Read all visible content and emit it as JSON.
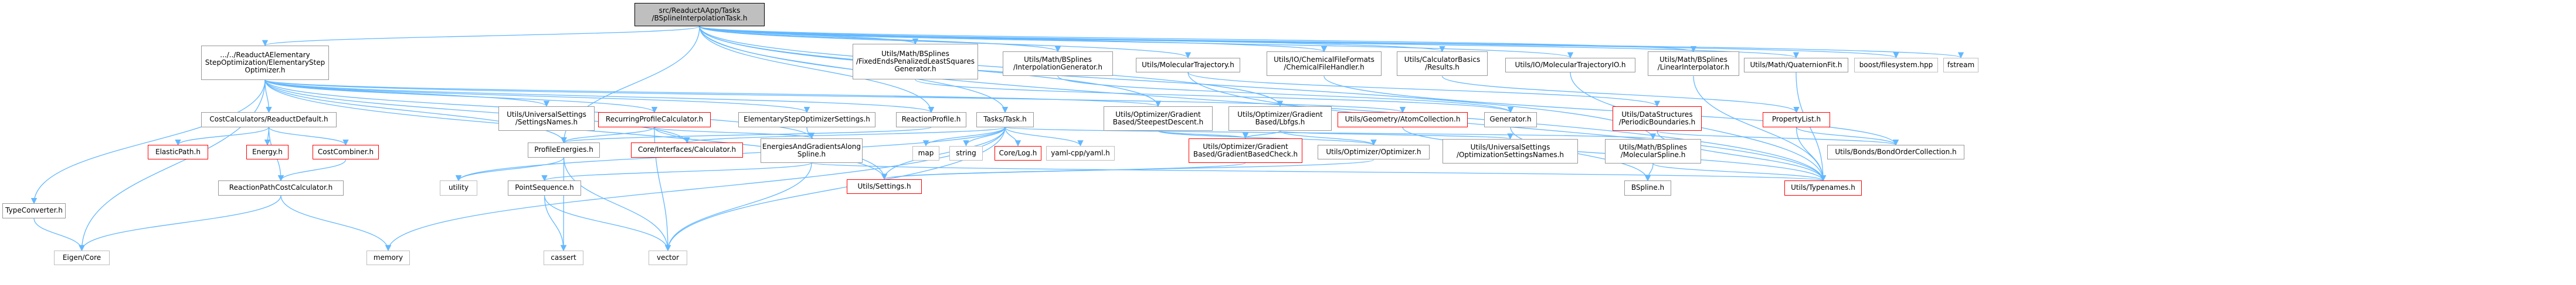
{
  "diagram": {
    "root": {
      "id": "root",
      "label": "src/ReaductAApp/Tasks\n/BSplineInterpolationTask.h"
    },
    "nodes": [
      {
        "id": "root",
        "label": "src/ReaductAApp/Tasks\n/BSplineInterpolationTask.h",
        "kind": "root"
      },
      {
        "id": "elemStep",
        "label": ".../../ReaductAElementary\nStepOptimization/ElementaryStep\nOptimizer.h",
        "kind": "normal"
      },
      {
        "id": "rigidBSpline",
        "label": "Utils/Math/BSplines\n/FixedEndsPenalizedLeastSquares\nGenerator.h",
        "kind": "normal"
      },
      {
        "id": "interpGen",
        "label": "Utils/Math/BSplines\n/InterpolationGenerator.h",
        "kind": "normal"
      },
      {
        "id": "molTraj",
        "label": "Utils/MolecularTrajectory.h",
        "kind": "normal"
      },
      {
        "id": "chemFile",
        "label": "Utils/IO/ChemicalFileFormats\n/ChemicalFileHandler.h",
        "kind": "normal"
      },
      {
        "id": "calcBasics",
        "label": "Utils/CalculatorBasics\n/Results.h",
        "kind": "normal"
      },
      {
        "id": "molTrajIO",
        "label": "Utils/IO/MolecularTrajectoryIO.h",
        "kind": "normal"
      },
      {
        "id": "linInterp",
        "label": "Utils/Math/BSplines\n/LinearInterpolator.h",
        "kind": "normal"
      },
      {
        "id": "quatFit",
        "label": "Utils/Math/QuaternionFit.h",
        "kind": "normal"
      },
      {
        "id": "boostFs",
        "label": "boost/filesystem.hpp",
        "kind": "external"
      },
      {
        "id": "fstream",
        "label": "fstream",
        "kind": "external"
      },
      {
        "id": "costDefault",
        "label": "CostCalculators/ReaductDefault.h",
        "kind": "normal"
      },
      {
        "id": "univSettings",
        "label": "Utils/UniversalSettings\n/SettingsNames.h",
        "kind": "normal"
      },
      {
        "id": "recurring",
        "label": "RecurringProfileCalculator.h",
        "kind": "red"
      },
      {
        "id": "elemStepSettings",
        "label": "ElementaryStepOptimizerSettings.h",
        "kind": "normal"
      },
      {
        "id": "reactionProfile",
        "label": "ReactionProfile.h",
        "kind": "normal"
      },
      {
        "id": "task",
        "label": "Tasks/Task.h",
        "kind": "normal"
      },
      {
        "id": "steepest",
        "label": "Utils/Optimizer/Gradient\nBased/SteepestDescent.h",
        "kind": "normal"
      },
      {
        "id": "lbfgs",
        "label": "Utils/Optimizer/Gradient\nBased/Lbfgs.h",
        "kind": "normal"
      },
      {
        "id": "atomColl",
        "label": "Utils/Geometry/AtomCollection.h",
        "kind": "red"
      },
      {
        "id": "generator",
        "label": "Generator.h",
        "kind": "normal"
      },
      {
        "id": "dataStruct",
        "label": "Utils/DataStructures\n/PeriodicBoundaries.h",
        "kind": "red"
      },
      {
        "id": "propList",
        "label": "PropertyList.h",
        "kind": "red"
      },
      {
        "id": "typeConverter",
        "label": "TypeConverter.h",
        "kind": "normal"
      },
      {
        "id": "elasticPath",
        "label": "ElasticPath.h",
        "kind": "red"
      },
      {
        "id": "energy",
        "label": "Energy.h",
        "kind": "red"
      },
      {
        "id": "costCombiner",
        "label": "CostCombiner.h",
        "kind": "red"
      },
      {
        "id": "profileEnergies",
        "label": "ProfileEnergies.h",
        "kind": "normal"
      },
      {
        "id": "coreCalc",
        "label": "Core/Interfaces/Calculator.h",
        "kind": "red"
      },
      {
        "id": "energiesGrad",
        "label": "EnergiesAndGradientsAlong\nSpline.h",
        "kind": "normal"
      },
      {
        "id": "map",
        "label": "map",
        "kind": "external"
      },
      {
        "id": "string",
        "label": "string",
        "kind": "external"
      },
      {
        "id": "coreLog",
        "label": "Core/Log.h",
        "kind": "red"
      },
      {
        "id": "yaml",
        "label": "yaml-cpp/yaml.h",
        "kind": "external"
      },
      {
        "id": "gradCheck",
        "label": "Utils/Optimizer/Gradient\nBased/GradientBasedCheck.h",
        "kind": "red"
      },
      {
        "id": "optimizer",
        "label": "Utils/Optimizer/Optimizer.h",
        "kind": "normal"
      },
      {
        "id": "univOptSettings",
        "label": "Utils/UniversalSettings\n/OptimizationSettingsNames.h",
        "kind": "normal"
      },
      {
        "id": "molSpline",
        "label": "Utils/Math/BSplines\n/MolecularSpline.h",
        "kind": "normal"
      },
      {
        "id": "bondOrder",
        "label": "Utils/Bonds/BondOrderCollection.h",
        "kind": "normal"
      },
      {
        "id": "reactionPathCost",
        "label": "ReactionPathCostCalculator.h",
        "kind": "normal"
      },
      {
        "id": "utility",
        "label": "utility",
        "kind": "external"
      },
      {
        "id": "pointSeq",
        "label": "PointSequence.h",
        "kind": "normal"
      },
      {
        "id": "utilsSettings",
        "label": "Utils/Settings.h",
        "kind": "red"
      },
      {
        "id": "bspline",
        "label": "BSpline.h",
        "kind": "normal"
      },
      {
        "id": "typenames",
        "label": "Utils/Typenames.h",
        "kind": "red"
      },
      {
        "id": "eigenCore",
        "label": "Eigen/Core",
        "kind": "external"
      },
      {
        "id": "memory",
        "label": "memory",
        "kind": "external"
      },
      {
        "id": "cassert",
        "label": "cassert",
        "kind": "external"
      },
      {
        "id": "vector",
        "label": "vector",
        "kind": "external"
      }
    ],
    "edges": [
      [
        "root",
        "elemStep"
      ],
      [
        "root",
        "rigidBSpline"
      ],
      [
        "root",
        "interpGen"
      ],
      [
        "root",
        "molTraj"
      ],
      [
        "root",
        "chemFile"
      ],
      [
        "root",
        "calcBasics"
      ],
      [
        "root",
        "molTrajIO"
      ],
      [
        "root",
        "linInterp"
      ],
      [
        "root",
        "quatFit"
      ],
      [
        "root",
        "boostFs"
      ],
      [
        "root",
        "fstream"
      ],
      [
        "root",
        "task"
      ],
      [
        "root",
        "steepest"
      ],
      [
        "root",
        "lbfgs"
      ],
      [
        "root",
        "reactionProfile"
      ],
      [
        "root",
        "molSpline"
      ],
      [
        "root",
        "profileEnergies"
      ],
      [
        "root",
        "typenames"
      ],
      [
        "elemStep",
        "costDefault"
      ],
      [
        "elemStep",
        "univSettings"
      ],
      [
        "elemStep",
        "recurring"
      ],
      [
        "elemStep",
        "elemStepSettings"
      ],
      [
        "elemStep",
        "reactionProfile"
      ],
      [
        "elemStep",
        "steepest"
      ],
      [
        "elemStep",
        "atomColl"
      ],
      [
        "elemStep",
        "typeConverter"
      ],
      [
        "elemStep",
        "profileEnergies"
      ],
      [
        "elemStep",
        "coreCalc"
      ],
      [
        "elemStep",
        "energiesGrad"
      ],
      [
        "elemStep",
        "utilsSettings"
      ],
      [
        "elemStep",
        "eigenCore"
      ],
      [
        "rigidBSpline",
        "generator"
      ],
      [
        "interpGen",
        "generator"
      ],
      [
        "molTraj",
        "dataStruct"
      ],
      [
        "molTraj",
        "typenames"
      ],
      [
        "chemFile",
        "bondOrder"
      ],
      [
        "calcBasics",
        "propList"
      ],
      [
        "propList",
        "bondOrder"
      ],
      [
        "propList",
        "typenames"
      ],
      [
        "dataStruct",
        "bondOrder"
      ],
      [
        "dataStruct",
        "typenames"
      ],
      [
        "molTrajIO",
        "typenames"
      ],
      [
        "linInterp",
        "typenames"
      ],
      [
        "quatFit",
        "typenames"
      ],
      [
        "costDefault",
        "elasticPath"
      ],
      [
        "costDefault",
        "energy"
      ],
      [
        "costDefault",
        "costCombiner"
      ],
      [
        "costDefault",
        "reactionPathCost"
      ],
      [
        "costCombiner",
        "reactionPathCost"
      ],
      [
        "reactionPathCost",
        "eigenCore"
      ],
      [
        "reactionPathCost",
        "memory"
      ],
      [
        "recurring",
        "coreCalc"
      ],
      [
        "recurring",
        "energiesGrad"
      ],
      [
        "recurring",
        "vector"
      ],
      [
        "recurring",
        "profileEnergies"
      ],
      [
        "elemStepSettings",
        "utilsSettings"
      ],
      [
        "reactionProfile",
        "profileEnergies"
      ],
      [
        "task",
        "map"
      ],
      [
        "task",
        "string"
      ],
      [
        "task",
        "coreLog"
      ],
      [
        "task",
        "yaml"
      ],
      [
        "task",
        "coreCalc"
      ],
      [
        "task",
        "utilsSettings"
      ],
      [
        "task",
        "vector"
      ],
      [
        "task",
        "utility"
      ],
      [
        "task",
        "memory"
      ],
      [
        "task",
        "molSpline"
      ],
      [
        "steepest",
        "gradCheck"
      ],
      [
        "steepest",
        "optimizer"
      ],
      [
        "lbfgs",
        "gradCheck"
      ],
      [
        "lbfgs",
        "optimizer"
      ],
      [
        "lbfgs",
        "univOptSettings"
      ],
      [
        "atomColl",
        "typenames"
      ],
      [
        "generator",
        "bspline"
      ],
      [
        "molSpline",
        "bspline"
      ],
      [
        "molSpline",
        "typenames"
      ],
      [
        "profileEnergies",
        "utility"
      ],
      [
        "profileEnergies",
        "cassert"
      ],
      [
        "profileEnergies",
        "vector"
      ],
      [
        "energiesGrad",
        "pointSeq"
      ],
      [
        "energiesGrad",
        "vector"
      ],
      [
        "energiesGrad",
        "typenames"
      ],
      [
        "pointSeq",
        "cassert"
      ],
      [
        "pointSeq",
        "vector"
      ],
      [
        "optimizer",
        "utilsSettings"
      ],
      [
        "gradCheck",
        "utilsSettings"
      ],
      [
        "typeConverter",
        "eigenCore"
      ]
    ]
  }
}
